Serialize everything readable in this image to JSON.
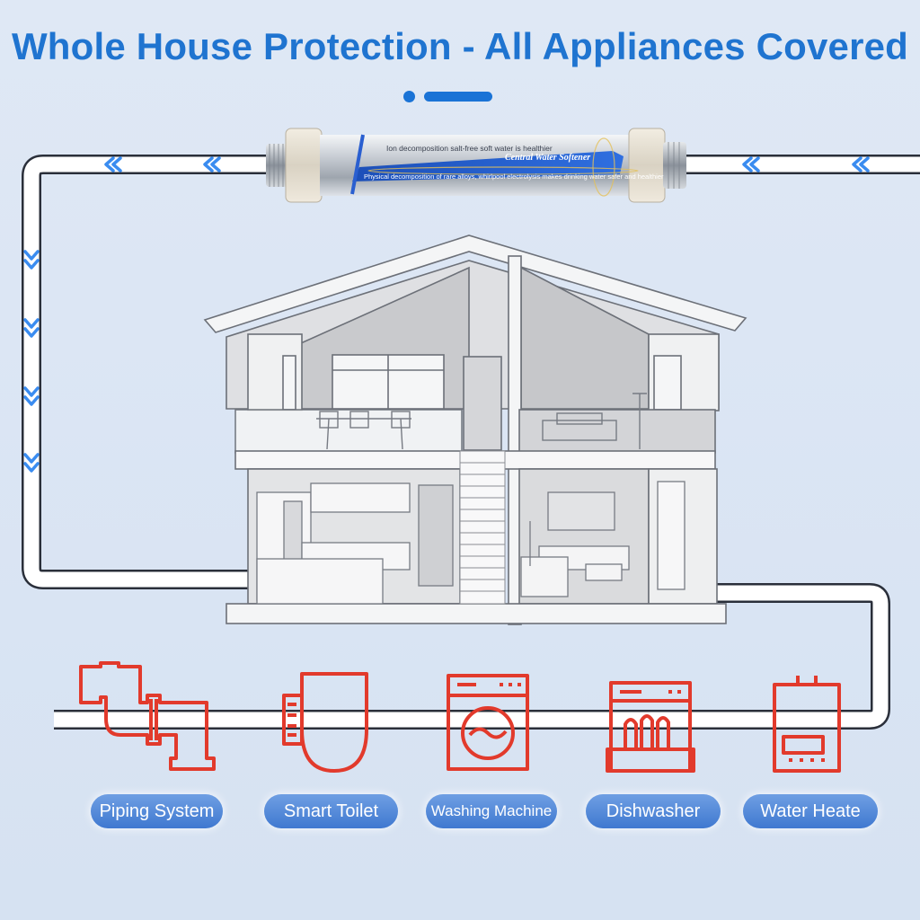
{
  "title": "Whole House Protection - All Appliances Covered",
  "device": {
    "line1": "Ion decomposition salt-free soft water is healthier",
    "brand": "Central Water Softener",
    "line2": "Physical decomposition of rare alloys, whirlpool electrolysis makes drinking water safer and healthier"
  },
  "appliances": [
    {
      "label": "Piping System",
      "icon": "piping-icon"
    },
    {
      "label": "Smart Toilet",
      "icon": "toilet-icon"
    },
    {
      "label": "Washing Machine",
      "icon": "washing-machine-icon"
    },
    {
      "label": "Dishwasher",
      "icon": "dishwasher-icon"
    },
    {
      "label": "Water Heate",
      "icon": "water-heater-icon"
    }
  ],
  "colors": {
    "title": "#1f74d0",
    "pipe": "#2a2f3a",
    "icon": "#e23a2c",
    "label_bg": "#4a82d6",
    "arrow": "#3a8cf0"
  }
}
